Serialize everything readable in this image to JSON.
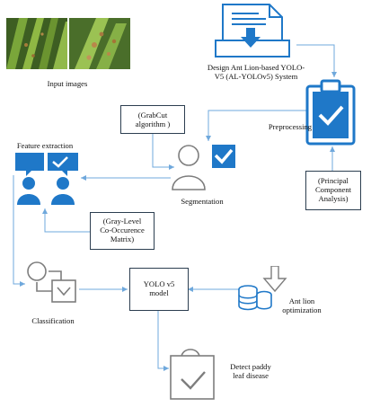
{
  "colors": {
    "arrow": "#6fa8dc",
    "icon_blue": "#1f78c8",
    "icon_gray": "#7d7d7d",
    "box_border": "#2c3e50",
    "leaf_green": "#5e8a2e",
    "leaf_dark": "#2f4e1a"
  },
  "icons": {
    "input": "leaf-photos",
    "design": "document-download-icon",
    "preprocessing": "clipboard-check-icon",
    "segmentation": "user-check-icon",
    "feature": "users-chat-icon",
    "classification": "flowchart-icon",
    "optimization": "database-arrow-icon",
    "detect": "bag-check-icon"
  },
  "labels": {
    "input_images": "Input images",
    "design_system": "Design Ant Lion-based YOLO-\nV5 (AL-YOLOv5) System",
    "preprocessing": "Preprocessing",
    "pca": "(Principal\nComponent\nAnalysis)",
    "grabcut": "(GrabCut\nalgorithm )",
    "segmentation": "Segmentation",
    "feature_extraction": "Feature extraction",
    "glcm": "(Gray-Level\nCo-Occurence\nMatrix)",
    "classification": "Classification",
    "yolo": "YOLO v5\nmodel",
    "ant_lion": "Ant lion\noptimization",
    "detect": "Detect paddy\nleaf disease"
  }
}
